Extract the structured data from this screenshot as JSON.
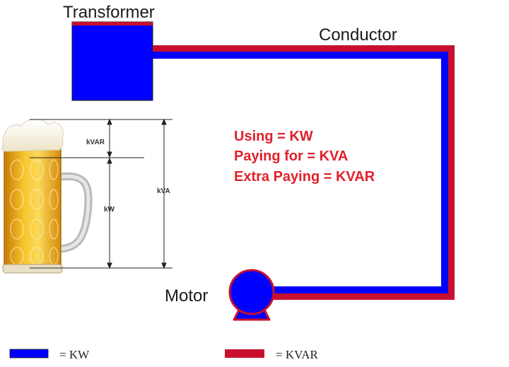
{
  "labels": {
    "transformer": "Transformer",
    "conductor": "Conductor",
    "motor": "Motor"
  },
  "mug": {
    "kvar": "kVAR",
    "kw": "kW",
    "kva": "kVA"
  },
  "notes": {
    "using": "Using = KW",
    "paying": "Paying for = KVA",
    "extra": "Extra Paying = KVAR"
  },
  "legend": {
    "kw": "= KW",
    "kvar": "= KVAR"
  },
  "colors": {
    "kw": "#0000ff",
    "kvar": "#c8102e",
    "note_text": "#e0202a",
    "outline": "#222222"
  }
}
